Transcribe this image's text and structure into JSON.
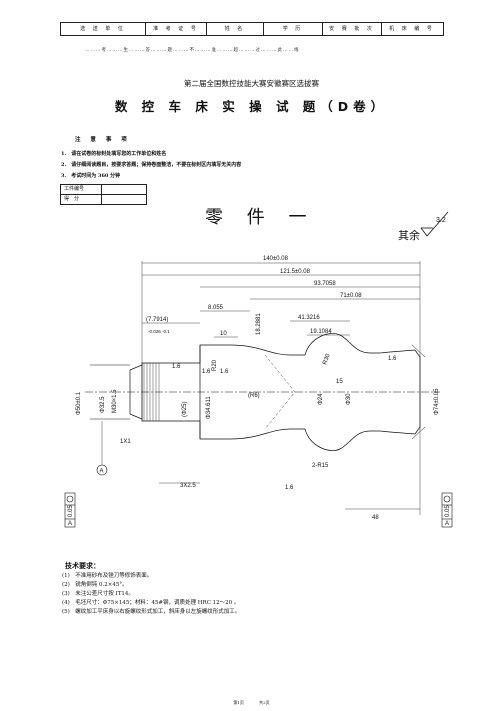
{
  "header": {
    "cells": [
      "选 送 单 位",
      "准 考 证 号",
      "姓 名",
      "学 历",
      "安 赛 批 次",
      "机 床 编 号"
    ],
    "seal_line": "………考………生………答………题………不………准………超………过………此……线"
  },
  "subtitle": "第二届全国数控技能大赛安徽赛区选拔赛",
  "title": "数 控 车 床 实 操 试 题（D卷）",
  "notes": {
    "heading": "注 意 事 项",
    "items": [
      "1.　请在试卷的标封处填写您的工作单位和姓名",
      "2.　请仔细阅读题目，按要求答题；保持卷面整洁，不要在标封区内填写无关内容",
      "3.　考试时间为 360 分钟"
    ]
  },
  "info_table": {
    "rows": [
      "工件编号",
      "得　分"
    ]
  },
  "part_title": "零 件 一",
  "surface": {
    "label": "其余",
    "roughness": "3.2"
  },
  "dimensions": {
    "d140": "140±0.08",
    "d121": "121.5±0.08",
    "d93": "93.7058",
    "d71": "71±0.08",
    "d41": "41.3216",
    "d19": "19.1084",
    "d8": "8.055",
    "d7": "(7.7914)",
    "d10": "10",
    "d18": "18.2881",
    "dia_tol": "-0.026 -0.1",
    "r1": "1.6",
    "r2": "1.6",
    "r3": "1.6",
    "r_b": "1.6",
    "r_c": "1.6",
    "r20": "R20",
    "dia34": "Φ34.611",
    "dia25": "(Φ25)",
    "r6": "(R6)",
    "r30": "R30",
    "dia24": "Φ24",
    "dia30": "Φ30",
    "dim15": "15",
    "r15": "2-R15",
    "dim48": "48",
    "thread": "M30×1.5",
    "dia32": "Φ32.5",
    "dia50": "Φ50±0.1",
    "dia74": "Φ74±0.05",
    "chamfer1": "1X1",
    "groove": "3X2.5",
    "datum": "A",
    "tol1": "0.05",
    "tol1_ref": "A",
    "tol2": "0.05",
    "tol2_ref": "A"
  },
  "tech": {
    "heading": "技术要求：",
    "items": [
      "(1)　不准用砂布及锉刀等修饰表面。",
      "(2)　锐角倒钝 0.2×45°。",
      "(3)　未注公差尺寸按 IT14。",
      "(4)　毛坯尺寸：Φ75×145；材料：45#钢，调质处理 HRC 12～20 。",
      "(5)　螺纹加工平床身以右旋螺纹形式加工，斜床身以左旋螺纹形式加工。"
    ]
  },
  "footer": {
    "page": "第1页",
    "total": "共2页"
  }
}
